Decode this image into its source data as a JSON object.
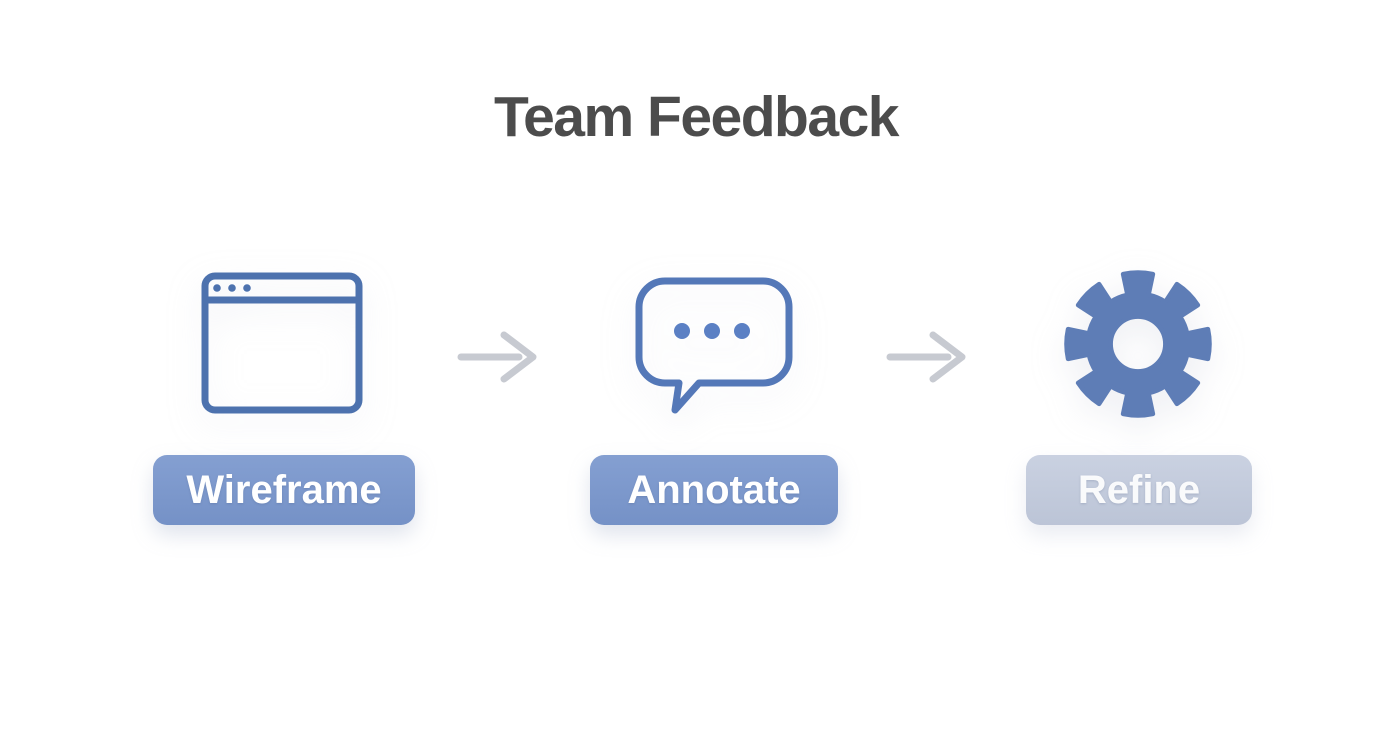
{
  "title": "Team Feedback",
  "steps": [
    {
      "label": "Wireframe",
      "icon": "browser-window",
      "state": "active"
    },
    {
      "label": "Annotate",
      "icon": "comment-bubble",
      "state": "active"
    },
    {
      "label": "Refine",
      "icon": "gear",
      "state": "inactive"
    }
  ],
  "arrows": [
    {
      "icon": "right-arrow"
    },
    {
      "icon": "right-arrow"
    }
  ],
  "theme": {
    "background": "#ffffff",
    "title_color": "#4c4c4c",
    "window_icon_stroke": "#4d72ae",
    "bubble_icon_stroke": "#5478b8",
    "bubble_dot": "#5b80c4",
    "gear_fill": "#5e7db6",
    "arrow": "#c7cad1",
    "pill_active_bg": "#7b98ce",
    "pill_inactive_bg": "#c6cedf",
    "pill_text": "#ffffff"
  }
}
